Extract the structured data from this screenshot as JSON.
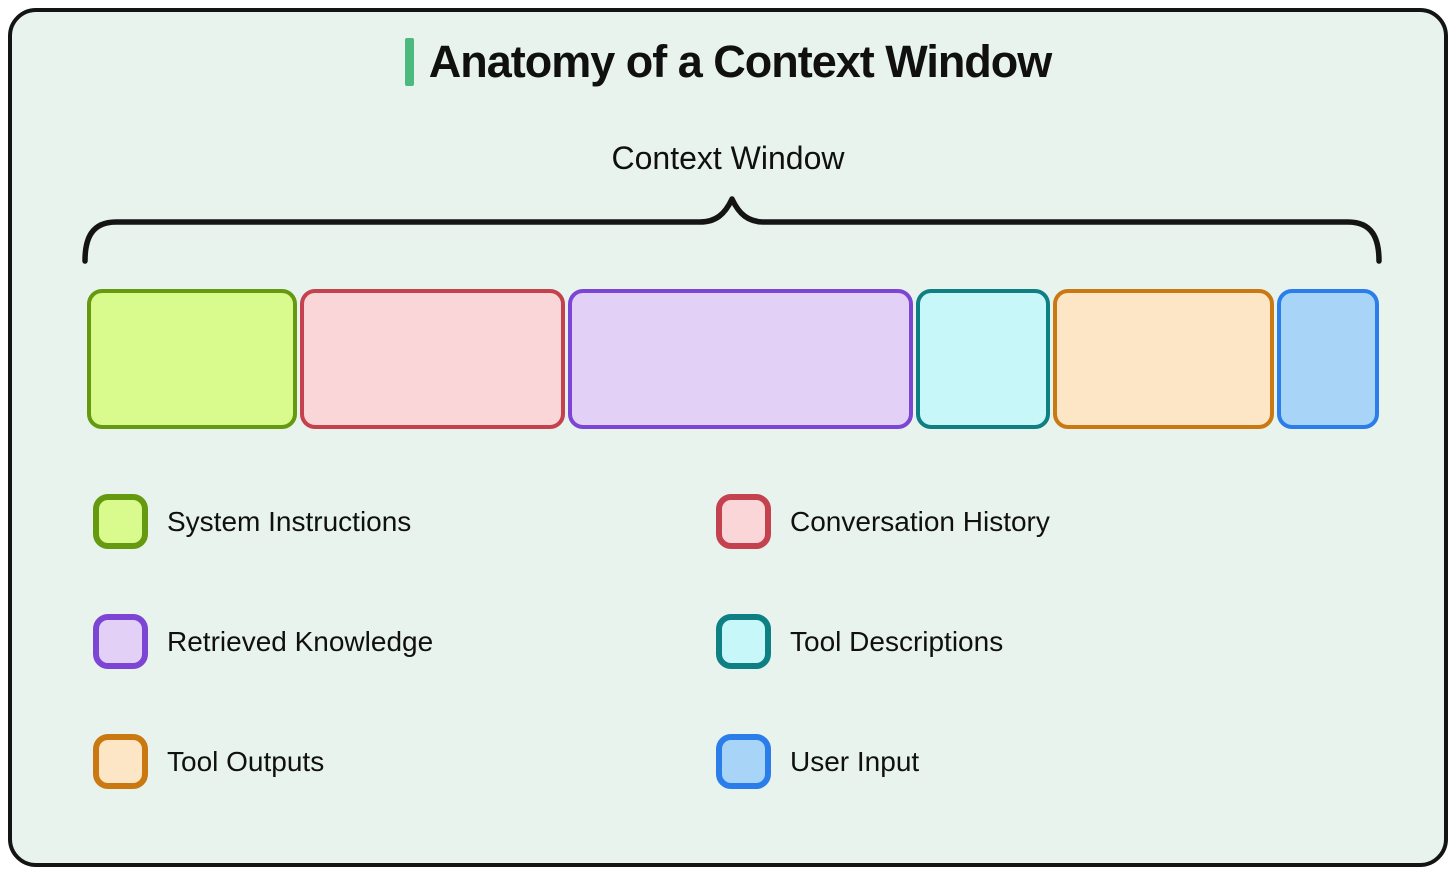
{
  "title": {
    "text": "Anatomy of a Context Window",
    "accent_color": "#4cb97e"
  },
  "context_window_label": "Context Window",
  "colors": {
    "card_bg": "#e8f3ee",
    "card_border": "#141414",
    "text": "#101010",
    "brace": "#141414",
    "accent": "#4cb97e"
  },
  "segments": [
    {
      "name": "system-instructions",
      "label": "System Instructions",
      "fill": "#d9fa8c",
      "border": "#65990f",
      "weight": 210
    },
    {
      "name": "conversation-history",
      "label": "Conversation History",
      "fill": "#fbd6d8",
      "border": "#c4424e",
      "weight": 266
    },
    {
      "name": "retrieved-knowledge",
      "label": "Retrieved Knowledge",
      "fill": "#e3d0f7",
      "border": "#7d45d4",
      "weight": 350
    },
    {
      "name": "tool-descriptions",
      "label": "Tool Descriptions",
      "fill": "#c7f7f9",
      "border": "#0e8084",
      "weight": 131
    },
    {
      "name": "tool-outputs",
      "label": "Tool Outputs",
      "fill": "#fde6c6",
      "border": "#ca7912",
      "weight": 220
    },
    {
      "name": "user-input",
      "label": "User Input",
      "fill": "#a8d5f7",
      "border": "#2b7de9",
      "weight": 98
    }
  ],
  "legend": {
    "columns": [
      [
        "system-instructions",
        "retrieved-knowledge",
        "tool-outputs"
      ],
      [
        "conversation-history",
        "tool-descriptions",
        "user-input"
      ]
    ]
  }
}
